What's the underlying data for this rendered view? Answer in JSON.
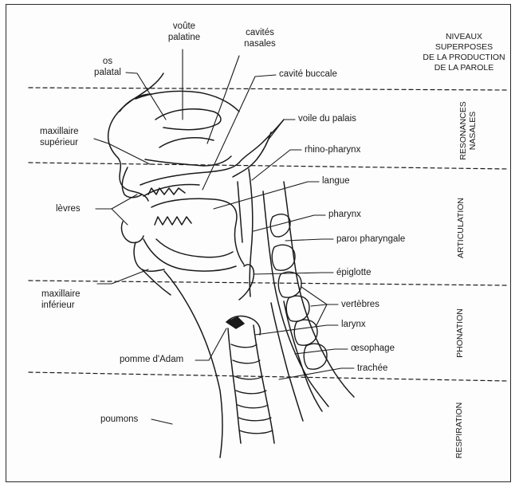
{
  "header": {
    "lines": [
      "NIVEAUX",
      "SUPERPOSES",
      "DE LA PRODUCTION",
      "DE LA PAROLE"
    ]
  },
  "zones": {
    "nasal": [
      "RESONANCES",
      "NASALES"
    ],
    "articulation": "ARTICULATION",
    "phonation": "PHONATION",
    "respiration": "RESPIRATION"
  },
  "labels": {
    "os_palatal": [
      "os",
      "palatal"
    ],
    "voute_palatine": [
      "voûte",
      "palatine"
    ],
    "cavites_nasales": [
      "cavités",
      "nasales"
    ],
    "cavite_buccale": "cavité buccale",
    "voile_du_palais": "voile du palais",
    "maxillaire_superieur": [
      "maxillaire",
      "supérieur"
    ],
    "rhino_pharynx": "rhino-pharynx",
    "langue": "langue",
    "levres": "lèvres",
    "pharynx": "pharynx",
    "paroi_pharyngale": "paroı pharyngale",
    "epiglotte": "épiglotte",
    "maxillaire_inferieur": [
      "maxillaire",
      "inférieur"
    ],
    "vertebres": "vertèbres",
    "larynx": "larynx",
    "pomme_adam": "pomme d'Adam",
    "oesophage": "œsophage",
    "trachee": "trachée",
    "poumons": "poumons"
  },
  "colors": {
    "ink": "#1a1a1a",
    "frame": "#2a2a2a",
    "background": "#ffffff"
  }
}
